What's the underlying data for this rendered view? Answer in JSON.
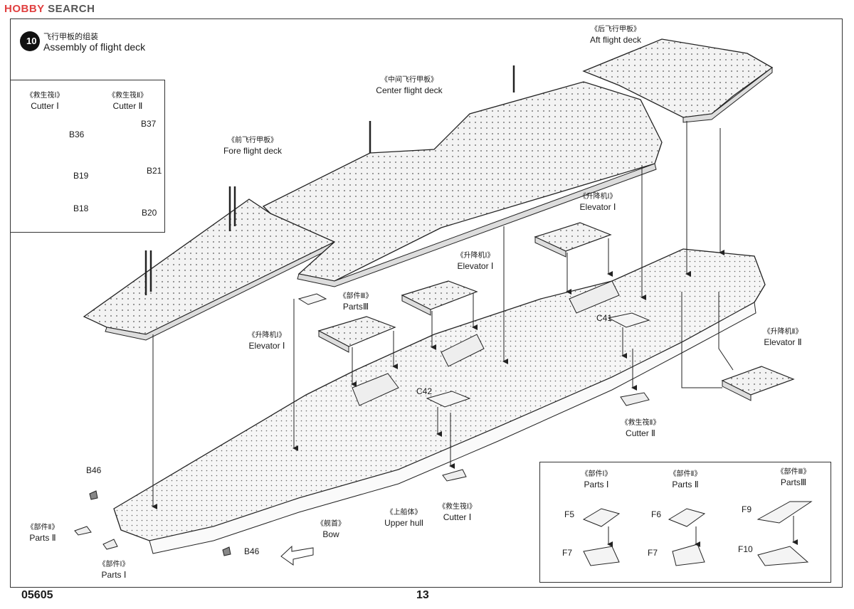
{
  "watermark": {
    "brand": "HOBBY",
    "search": "SEARCH"
  },
  "step": {
    "number": "10",
    "title_cn": "飞行甲板的组装",
    "title_en": "Assembly of flight deck"
  },
  "labels": {
    "aft_cn": "《后飞行甲板》",
    "aft_en": "Aft flight deck",
    "center_cn": "《中间飞行甲板》",
    "center_en": "Center flight deck",
    "fore_cn": "《前飞行甲板》",
    "fore_en": "Fore flight deck",
    "elev1a_cn": "《升降机Ⅰ》",
    "elev1a_en": "Elevator Ⅰ",
    "elev1b_cn": "《升降机Ⅰ》",
    "elev1b_en": "Elevator Ⅰ",
    "elev1c_cn": "《升降机Ⅰ》",
    "elev1c_en": "Elevator Ⅰ",
    "elev2_cn": "《升降机Ⅱ》",
    "elev2_en": "Elevator Ⅱ",
    "parts3_cn": "《部件Ⅲ》",
    "parts3_en": "PartsⅢ",
    "cutter2_cn": "《救生筏Ⅱ》",
    "cutter2_en": "Cutter Ⅱ",
    "cutter1_cn": "《救生筏Ⅰ》",
    "cutter1_en": "Cutter Ⅰ",
    "upper_cn": "《上船体》",
    "upper_en": "Upper hull",
    "bow_cn": "《舰首》",
    "bow_en": "Bow",
    "parts2_cn": "《部件Ⅱ》",
    "parts2_en": "Parts Ⅱ",
    "parts1_cn": "《部件Ⅰ》",
    "parts1_en": "Parts Ⅰ"
  },
  "parts_callouts": {
    "c41": "C41",
    "c42": "C42",
    "b46a": "B46",
    "b46b": "B46"
  },
  "inset_left": {
    "cutter1_cn": "《救生筏Ⅰ》",
    "cutter1_en": "Cutter Ⅰ",
    "cutter2_cn": "《救生筏Ⅱ》",
    "cutter2_en": "Cutter Ⅱ",
    "b36": "B36",
    "b37": "B37",
    "b19": "B19",
    "b21": "B21",
    "b18": "B18",
    "b20": "B20"
  },
  "inset_right": {
    "p1_cn": "《部件Ⅰ》",
    "p1_en": "Parts Ⅰ",
    "p2_cn": "《部件Ⅱ》",
    "p2_en": "Parts Ⅱ",
    "p3_cn": "《部件Ⅲ》",
    "p3_en": "PartsⅢ",
    "f5": "F5",
    "f6": "F6",
    "f9": "F9",
    "f7a": "F7",
    "f7b": "F7",
    "f10": "F10"
  },
  "footer": {
    "code": "05605",
    "page": "13"
  }
}
